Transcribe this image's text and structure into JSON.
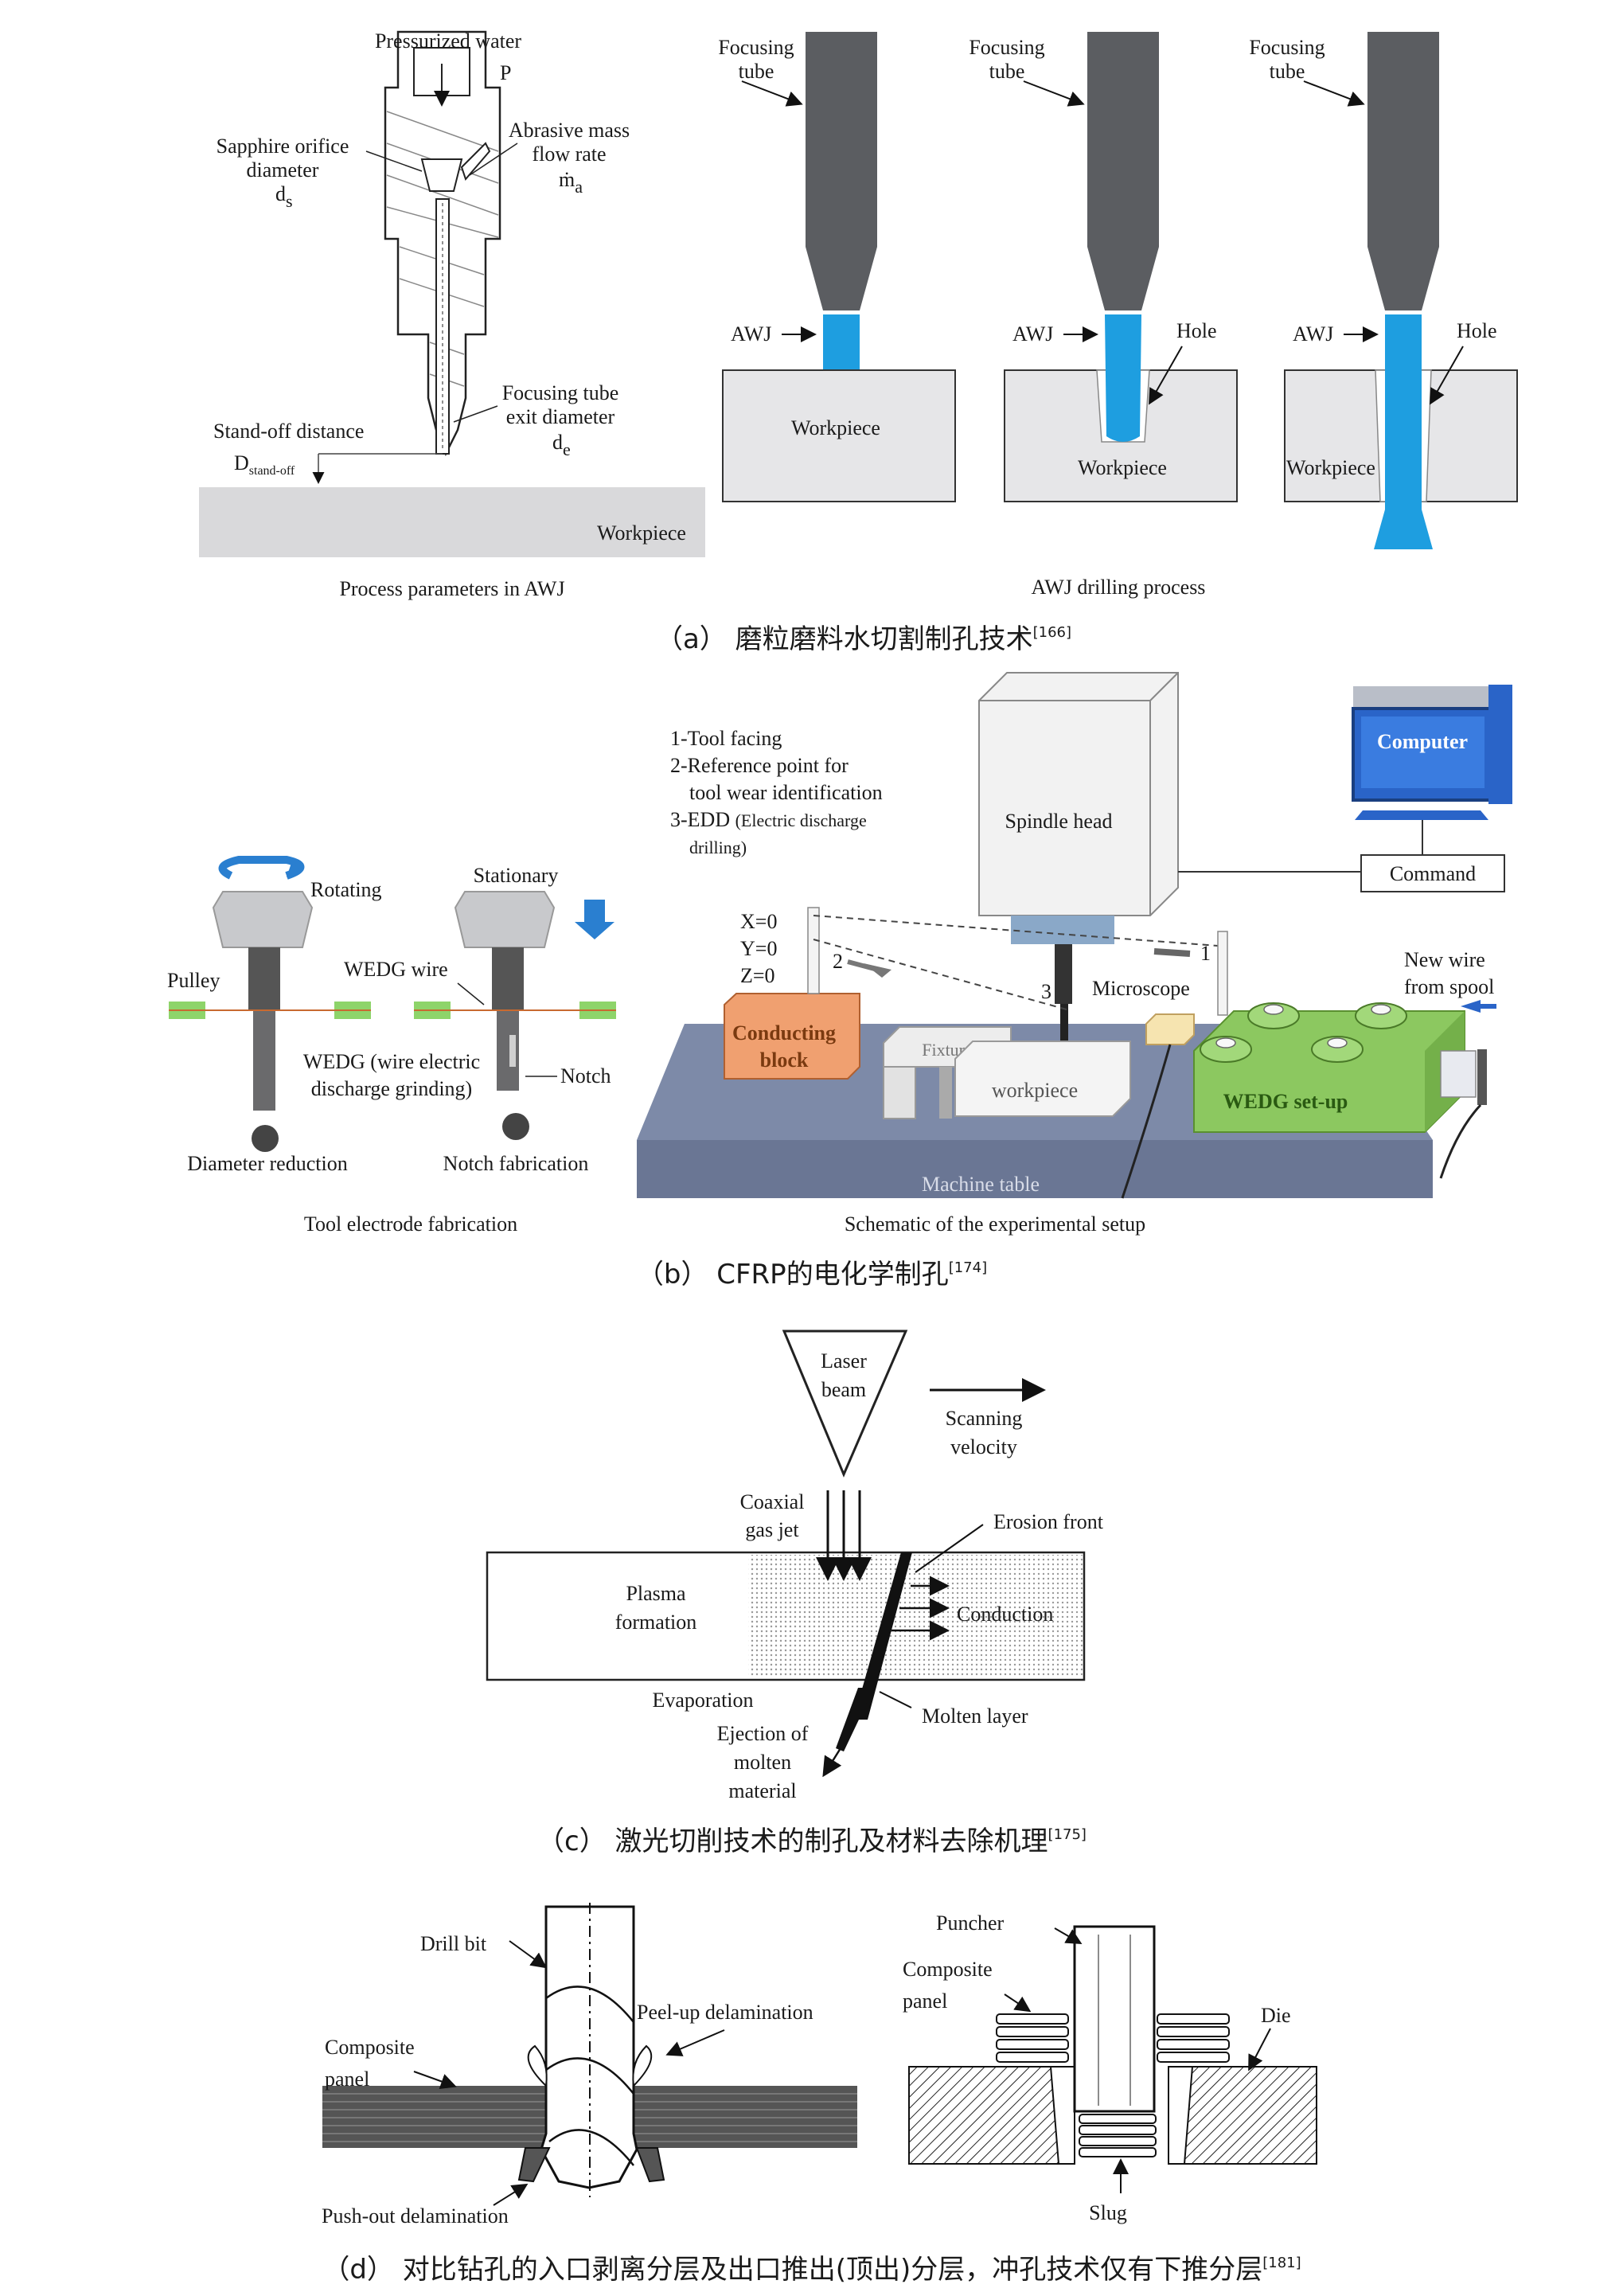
{
  "panel_a": {
    "left": {
      "pressurized_water": "Pressurized water",
      "p": "P",
      "sapphire_1": "Sapphire orifice",
      "sapphire_2": "diameter",
      "sapphire_3": "d",
      "sapphire_3_sub": "s",
      "abrasive_1": "Abrasive mass",
      "abrasive_2": "flow rate",
      "abrasive_3": "ṁ",
      "abrasive_3_sub": "a",
      "focusing_1": "Focusing tube",
      "focusing_2": "exit diameter",
      "focusing_3": "d",
      "focusing_3_sub": "e",
      "standoff_1": "Stand-off distance",
      "standoff_2": "D",
      "standoff_2_sub": "stand-off",
      "workpiece": "Workpiece",
      "subtitle": "Process parameters in AWJ"
    },
    "right": {
      "focusing_tube_1": "Focusing",
      "focusing_tube_2": "tube",
      "awj": "AWJ",
      "hole": "Hole",
      "workpiece": "Workpiece",
      "subtitle": "AWJ drilling process"
    },
    "caption": "（a） 磨粒磨料水切割制孔技术",
    "ref": "[166]"
  },
  "panel_b": {
    "left": {
      "rotating": "Rotating",
      "stationary": "Stationary",
      "pulley": "Pulley",
      "wedg_wire": "WEDG wire",
      "wedg_1": "WEDG (wire electric",
      "wedg_2": "discharge grinding)",
      "notch": "Notch",
      "diameter_reduction": "Diameter reduction",
      "notch_fabrication": "Notch fabrication",
      "subtitle": "Tool electrode fabrication"
    },
    "right": {
      "list_1": "1-Tool facing",
      "list_2": "2-Reference point for",
      "list_2b": "tool wear identification",
      "list_3a": "3-EDD",
      "list_3b": "(Electric discharge",
      "list_3c": "drilling)",
      "spindle_head": "Spindle head",
      "computer": "Computer",
      "command": "Command",
      "x0": "X=0",
      "y0": "Y=0",
      "z0": "Z=0",
      "n1": "1",
      "n2": "2",
      "n3": "3",
      "microscope": "Microscope",
      "new_wire_1": "New wire",
      "new_wire_2": "from spool",
      "conducting_1": "Conducting",
      "conducting_2": "block",
      "fixture": "Fixture",
      "workpiece": "workpiece",
      "wedg_setup": "WEDG set-up",
      "machine_table": "Machine table",
      "subtitle": "Schematic of the experimental setup"
    },
    "caption": "（b） CFRP的电化学制孔",
    "ref": "[174]"
  },
  "panel_c": {
    "laser_1": "Laser",
    "laser_2": "beam",
    "scanning_1": "Scanning",
    "scanning_2": "velocity",
    "coaxial_1": "Coaxial",
    "coaxial_2": "gas jet",
    "erosion_front": "Erosion front",
    "plasma_1": "Plasma",
    "plasma_2": "formation",
    "conduction": "Conduction",
    "evaporation": "Evaporation",
    "molten_layer": "Molten layer",
    "ejection_1": "Ejection of",
    "ejection_2": "molten",
    "ejection_3": "material",
    "caption": "（c） 激光切削技术的制孔及材料去除机理",
    "ref": "[175]"
  },
  "panel_d": {
    "drill_bit": "Drill bit",
    "peel_up": "Peel-up delamination",
    "composite_1": "Composite",
    "composite_2": "panel",
    "push_out": "Push-out delamination",
    "puncher": "Puncher",
    "die": "Die",
    "slug": "Slug",
    "caption": "（d） 对比钻孔的入口剥离分层及出口推出(顶出)分层，冲孔技术仅有下推分层",
    "ref": "[181]"
  },
  "colors": {
    "water_jet": "#1e9ee0",
    "tube_gray": "#5b5d61",
    "workpiece_gray": "#e6e6e8",
    "conducting_orange": "#f0a070",
    "wedg_green": "#8cc860",
    "machine_table": "#7d8aa8",
    "computer_blue": "#2a64c8",
    "pulley_green": "#8ed46a"
  }
}
